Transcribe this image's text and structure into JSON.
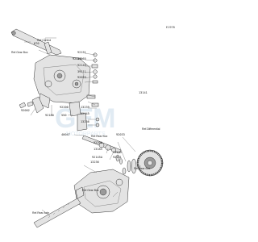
{
  "figure_code": "E1978",
  "references": {
    "control": "Ref.Control",
    "gear_box_1": "Ref.Gear Box",
    "differential": "Ref.Differential",
    "rear_box_1": "Ref.Rear Box",
    "rear_box_2": "Ref.Rear Box",
    "gear_box_2": "Ref.Gear Box",
    "rear_axle": "Ref.Rear Axle"
  },
  "part_labels": {
    "p670": "670",
    "p92151_top": "92151",
    "p92049": "92049",
    "p11065": "11065",
    "p92145_top": "92145",
    "p39111": "39111",
    "p92055": "92055",
    "p92002": "92002",
    "p92180": "92180",
    "p92200": "92200",
    "p550": "550",
    "p13239": "13239",
    "p92145_mid": "92145",
    "p13236": "13236",
    "p40047": "40047",
    "p92200_lower": "92200",
    "p13183": "13183",
    "p92145a": "92145A",
    "p13236_lower": "13236",
    "p92033": "92033",
    "p13239_lower": "13239",
    "p92151_lower": "92151",
    "p13141": "13141"
  }
}
